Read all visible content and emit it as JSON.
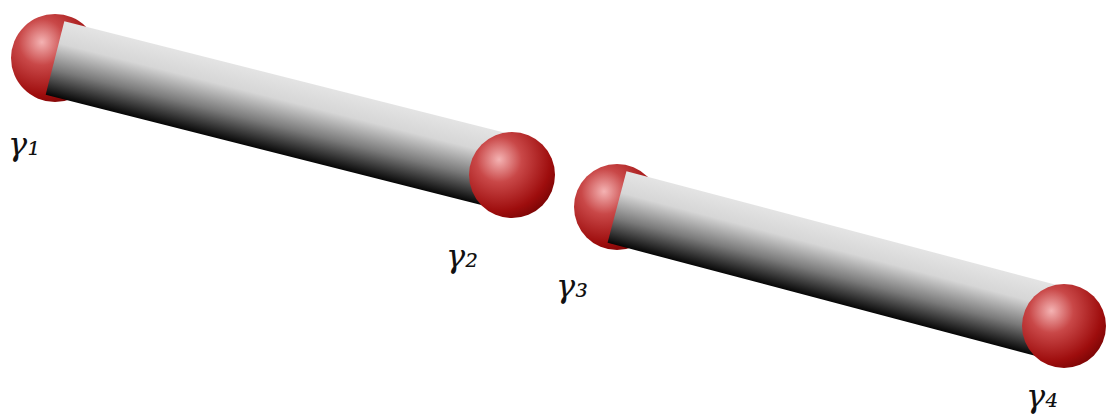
{
  "diagram": {
    "labels": [
      "γ₁",
      "γ₂",
      "γ₃",
      "γ₄"
    ]
  }
}
